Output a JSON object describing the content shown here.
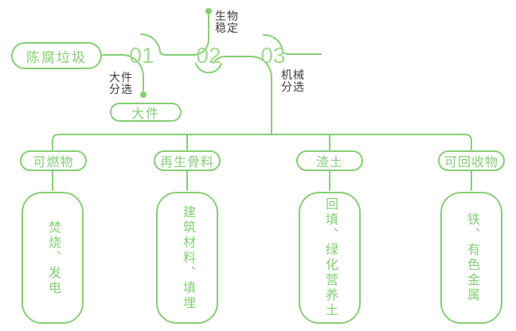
{
  "colors": {
    "accent_green": "#86CE76",
    "number_green": "#A3DA92",
    "label_dark": "#3C3C3C",
    "background": "#FFFFFF"
  },
  "source": {
    "label": "陈腐垃圾"
  },
  "process_steps": [
    {
      "number": "01",
      "label": "大件\n分选"
    },
    {
      "number": "02",
      "label": "生物\n稳定"
    },
    {
      "number": "03",
      "label": "机械\n分选"
    }
  ],
  "bulky_output": {
    "label": "大件"
  },
  "branches": [
    {
      "category": "可燃物",
      "disposal": "焚烧、发电"
    },
    {
      "category": "再生骨料",
      "disposal": "建筑材料、填埋"
    },
    {
      "category": "渣土",
      "disposal": "回填、绿化营养土"
    },
    {
      "category": "可回收物",
      "disposal": "铁、有色金属"
    }
  ]
}
